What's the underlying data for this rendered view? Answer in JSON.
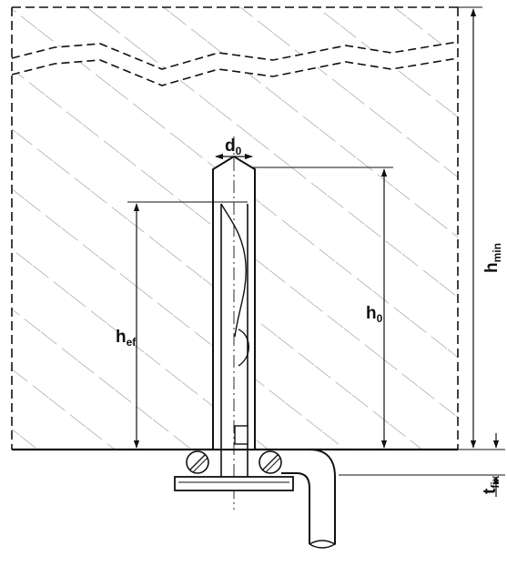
{
  "labels": {
    "d0": {
      "main": "d",
      "sub": "0"
    },
    "h0": {
      "main": "h",
      "sub": "0"
    },
    "hef": {
      "main": "h",
      "sub": "ef"
    },
    "hmin": {
      "main": "h",
      "sub": "min"
    },
    "tfix": {
      "main": "t",
      "sub": "fix"
    }
  },
  "colors": {
    "line": "#111111",
    "hatch": "#8a8a8a",
    "background": "#ffffff"
  }
}
